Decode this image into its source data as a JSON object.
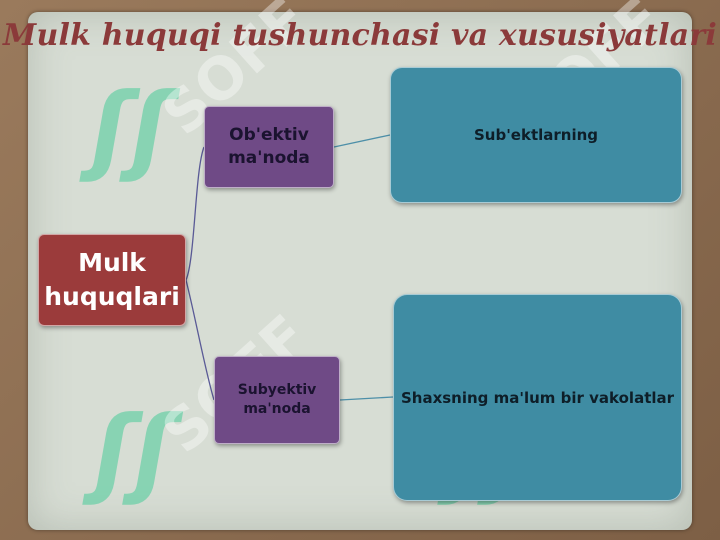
{
  "title": "Mulk huquqi tushunchasi va xususiyatlari",
  "nodes": {
    "root": "Mulk huquqlari",
    "mid_top": "Ob'ektiv ma'noda",
    "mid_bottom": "Subyektiv ma'noda",
    "leaf_top": "Sub'ektlarning",
    "leaf_bottom": "Shaxsning ma'lum bir vakolatlar"
  },
  "watermark": {
    "text": "SOFF",
    "logo": "ʃʃ"
  },
  "colors": {
    "frame": "#8a6a4e",
    "slide": "#d7ddd4",
    "title": "#8b3a3a",
    "root": "#9b3b3b",
    "mid": "#6f4a86",
    "leaf": "#3f8ca3",
    "connector": "#5a5a96",
    "watermark": "#2fc88c"
  }
}
